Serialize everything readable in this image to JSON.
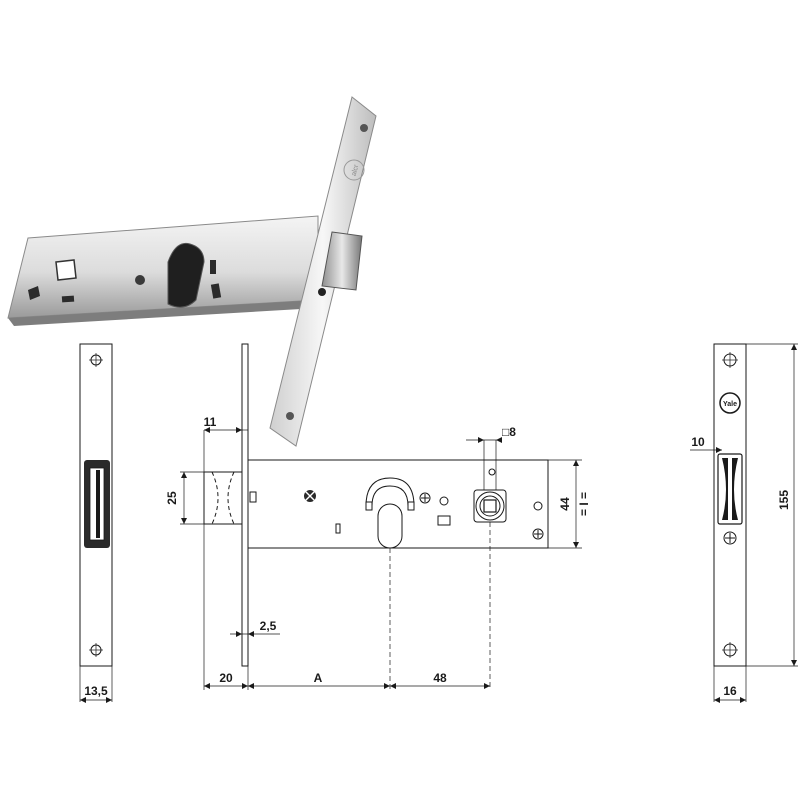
{
  "drawing": {
    "colors": {
      "line": "#1a1a1a",
      "metal_light": "#e9e9e9",
      "metal_mid": "#b9b9b9",
      "metal_dark": "#6f6f6f"
    },
    "photo": {
      "logo_text": "alcr"
    },
    "side_left": {
      "width_label": "13,5"
    },
    "front": {
      "faceplate_label": "11",
      "cylinder_height_label": "25",
      "square_label": "□8",
      "body_height_label": "44",
      "equal_label": "= I =",
      "faceplate_thickness_label": "2,5",
      "backset_label": "20",
      "a_label": "A",
      "distance_label": "48"
    },
    "side_right": {
      "logo_text": "Yale",
      "latch_label": "10",
      "height_label": "155",
      "width_label": "16"
    }
  }
}
